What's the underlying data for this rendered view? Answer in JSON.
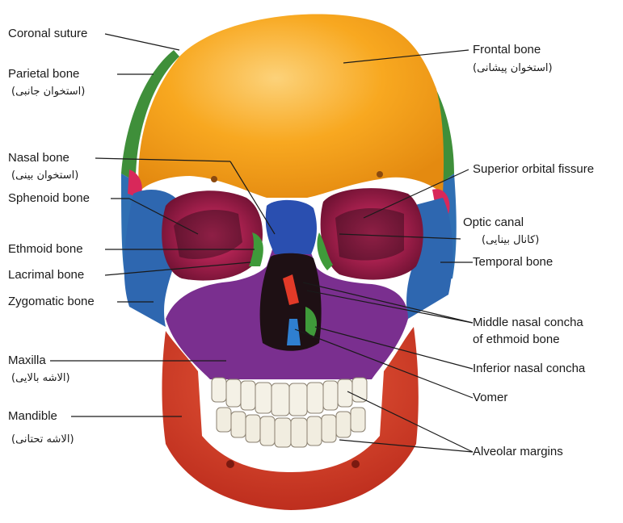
{
  "colors": {
    "frontal": "#f7a21b",
    "parietal": "#3f8f3a",
    "temporal": "#2f6fb3",
    "sphenoid": "#d8285a",
    "maxilla": "#7a2f8f",
    "mandible": "#d4321e",
    "nasal": "#2a4fb0",
    "zygomatic": "#2e67b0",
    "teeth": "#f4f1e6"
  },
  "labels": {
    "coronal_suture": "Coronal suture",
    "parietal_bone": "Parietal bone",
    "parietal_bone_fa": "(استخوان جانبی)",
    "nasal_bone": "Nasal bone",
    "nasal_bone_fa": "(استخوان بینی)",
    "sphenoid_bone": "Sphenoid bone",
    "ethmoid_bone": "Ethmoid bone",
    "lacrimal_bone": "Lacrimal bone",
    "zygomatic_bone": "Zygomatic bone",
    "maxilla": "Maxilla",
    "maxilla_fa": "(الاشه بالایی)",
    "mandible": "Mandible",
    "mandible_fa": "(الاشه تحتانی)",
    "frontal_bone": "Frontal bone",
    "frontal_bone_fa": "(استخوان پیشانی)",
    "superior_orbital_fissure": "Superior orbital fissure",
    "optic_canal": "Optic canal",
    "optic_canal_fa": "(کانال بینایی)",
    "temporal_bone": "Temporal bone",
    "middle_nasal_concha_1": "Middle nasal concha",
    "middle_nasal_concha_2": "of ethmoid bone",
    "inferior_nasal_concha": "Inferior nasal concha",
    "vomer": "Vomer",
    "alveolar_margins": "Alveolar margins"
  }
}
